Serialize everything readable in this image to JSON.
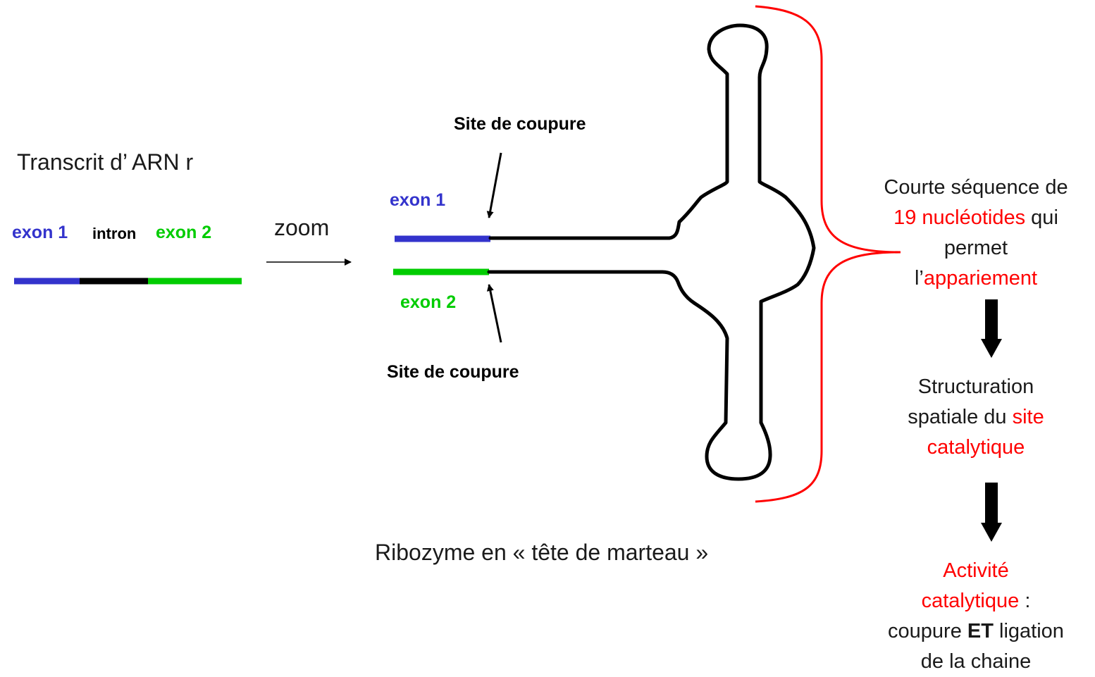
{
  "colors": {
    "exon1": "#3333cc",
    "exon2": "#00cc00",
    "intron": "#000000",
    "highlight": "#ff0000",
    "text": "#1a1a1a"
  },
  "left": {
    "title": "Transcrit d’ ARN r",
    "exon1_label": "exon 1",
    "intron_label": "intron",
    "exon2_label": "exon 2"
  },
  "zoom_label": "zoom",
  "ribozyme": {
    "exon1_label": "exon 1",
    "exon2_label": "exon 2",
    "cut_site_top": "Site de coupure",
    "cut_site_bottom": "Site de coupure",
    "caption": "Ribozyme en « tête de marteau »"
  },
  "right": {
    "seq_line1": "Courte séquence de",
    "seq_highlight": "19 nucléotides",
    "seq_after": " qui",
    "seq_line3": "permet",
    "seq_line4_pre": "l’",
    "seq_line4_highlight": "appariement",
    "struct_line1": "Structuration",
    "struct_line2_pre": "spatiale du ",
    "struct_line2_highlight": "site",
    "struct_line3_highlight": "catalytique",
    "activ_line1_highlight": "Activité",
    "activ_line2_highlight": "catalytique",
    "activ_line2_after": " :",
    "activ_line3_pre": "coupure ",
    "activ_line3_bold": "ET",
    "activ_line3_after": " ligation",
    "activ_line4": "de la chaine"
  }
}
